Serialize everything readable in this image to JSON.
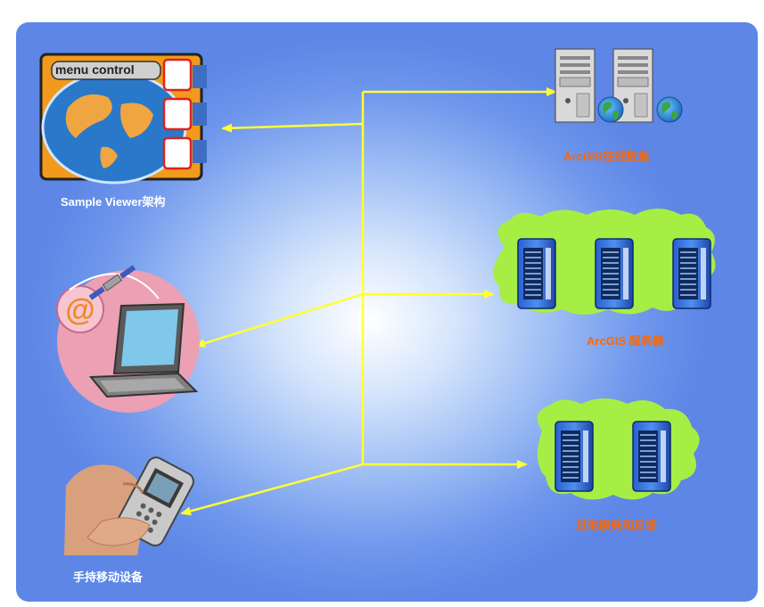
{
  "colors": {
    "connector": "#ffff33",
    "label_white": "#ffffff",
    "label_orange": "#ff6600",
    "background": "#6f97ec"
  },
  "viewer": {
    "menu_label": "menu control",
    "caption": "Sample Viewer架构"
  },
  "nodes": {
    "online_data": {
      "caption": "ArcGIS在线数据",
      "icon": "server-globe-icon"
    },
    "arcgis_server": {
      "caption": "ArcGIS 服务器",
      "icon": "server-rack-icon"
    },
    "other_services": {
      "caption": "其他服务和反馈",
      "icon": "server-rack-icon"
    },
    "web_client": {
      "icon": "laptop-satellite-icon"
    },
    "mobile": {
      "caption": "手持移动设备",
      "icon": "handheld-phone-icon"
    }
  }
}
